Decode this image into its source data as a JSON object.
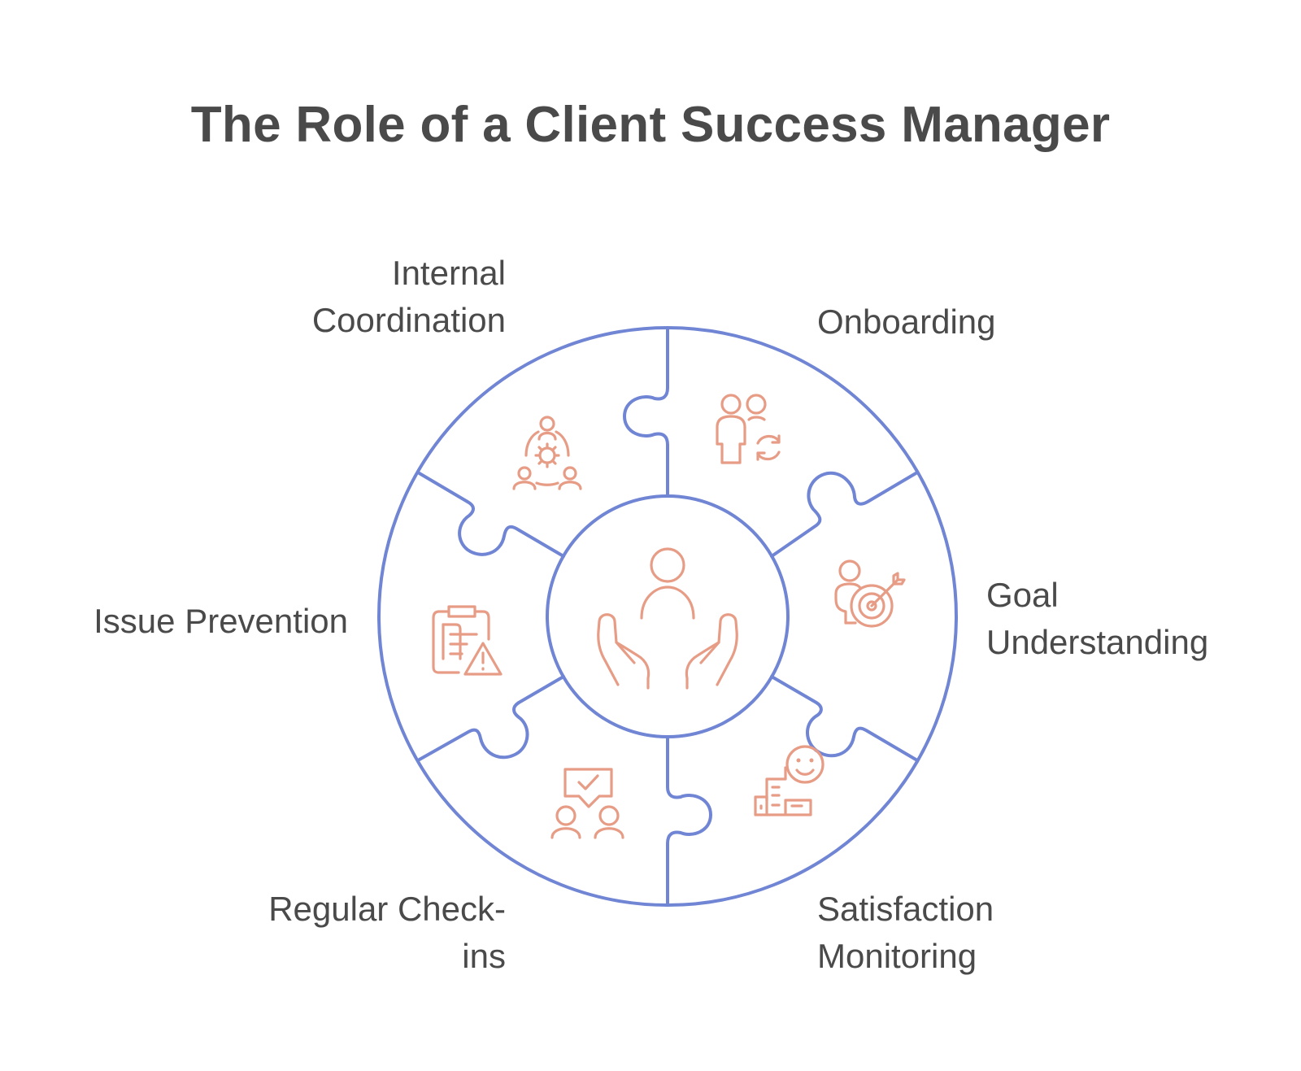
{
  "title": "The Role of a Client Success Manager",
  "center": {
    "icon": "caring-hands-person-icon"
  },
  "segments": [
    {
      "id": "internal",
      "lines": [
        "Internal",
        "Coordination"
      ],
      "icon": "team-coordination-gear-icon"
    },
    {
      "id": "onboarding",
      "lines": [
        "Onboarding"
      ],
      "icon": "people-refresh-icon"
    },
    {
      "id": "goal",
      "lines": [
        "Goal",
        "Understanding"
      ],
      "icon": "person-target-arrow-icon"
    },
    {
      "id": "satisfaction",
      "lines": [
        "Satisfaction",
        "Monitoring"
      ],
      "icon": "smiley-chart-icon"
    },
    {
      "id": "regular",
      "lines": [
        "Regular Check-",
        "ins"
      ],
      "icon": "people-chat-check-icon"
    },
    {
      "id": "issue",
      "lines": [
        "Issue Prevention"
      ],
      "icon": "clipboard-warning-icon"
    }
  ],
  "colors": {
    "outline": "#7085d4",
    "icon": "#e79c86",
    "text": "#4a4a4a"
  }
}
